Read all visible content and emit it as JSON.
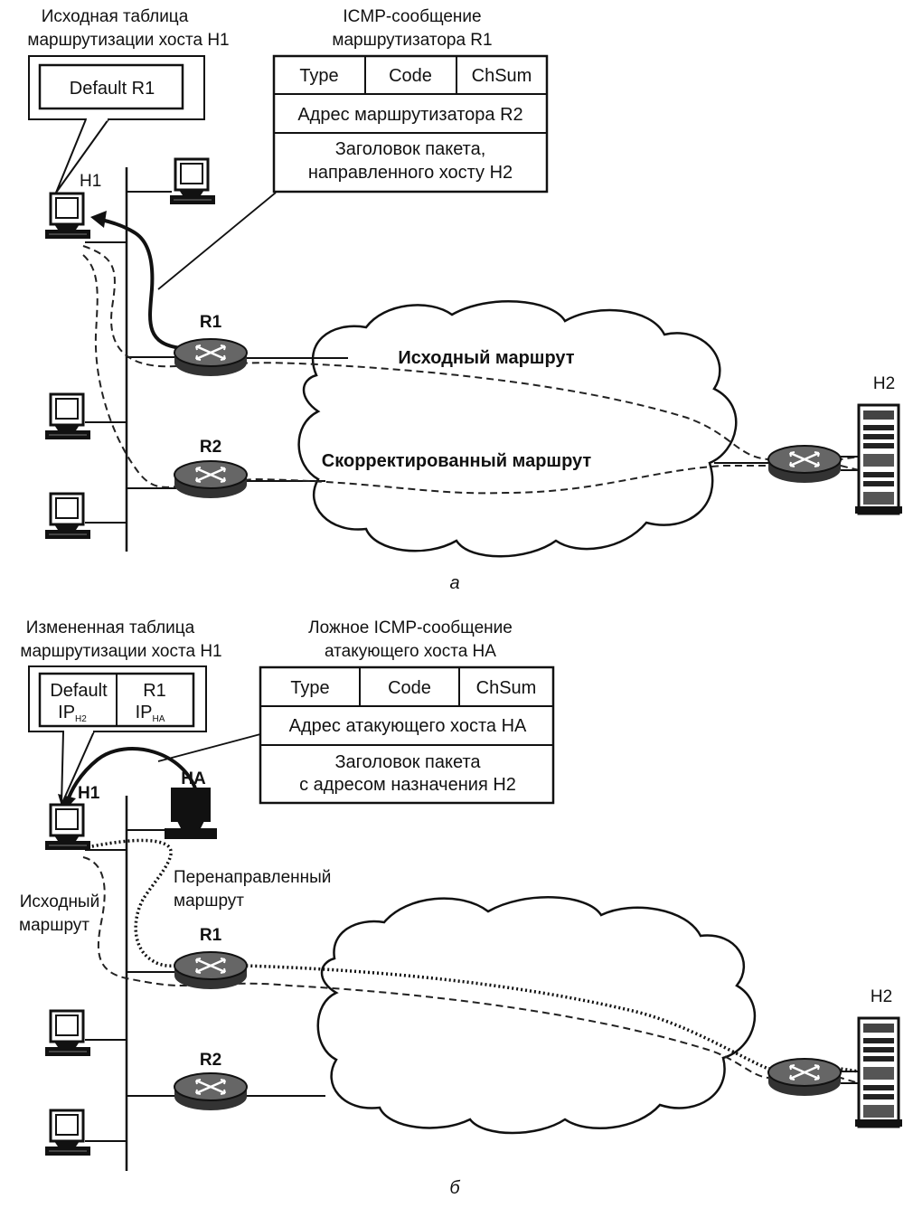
{
  "panel_a": {
    "table_title": [
      "Исходная таблица",
      "маршрутизации хоста H1"
    ],
    "table_entry": "Default R1",
    "icmp_title": [
      "ICMP-сообщение",
      "маршрутизатора R1"
    ],
    "fields": {
      "type": "Type",
      "code": "Code",
      "chsum": "ChSum"
    },
    "address_row": "Адрес маршрутизатора R2",
    "header_row": [
      "Заголовок пакета,",
      "направленного хосту H2"
    ],
    "host_h1": "H1",
    "host_h2": "H2",
    "router_r1": "R1",
    "router_r2": "R2",
    "route_original": "Исходный маршрут",
    "route_corrected": "Скорректированный маршрут",
    "caption": "а"
  },
  "panel_b": {
    "table_title": [
      "Измененная таблица",
      "маршрутизации хоста H1"
    ],
    "table_col1": {
      "line1": "Default",
      "line2": "IP",
      "line2_sub": "H2"
    },
    "table_col2": {
      "line1": "R1",
      "line2": "IP",
      "line2_sub": "HA"
    },
    "icmp_title": [
      "Ложное ICMP-сообщение",
      "атакующего хоста HA"
    ],
    "fields": {
      "type": "Type",
      "code": "Code",
      "chsum": "ChSum"
    },
    "address_row": "Адрес атакующего хоста HA",
    "header_row": [
      "Заголовок пакета",
      "с адресом назначения H2"
    ],
    "host_h1": "H1",
    "host_ha": "HA",
    "host_h2": "H2",
    "router_r1": "R1",
    "router_r2": "R2",
    "route_original": [
      "Исходный",
      "маршрут"
    ],
    "route_redirected": [
      "Перенаправленный",
      "маршрут"
    ],
    "caption": "б"
  }
}
